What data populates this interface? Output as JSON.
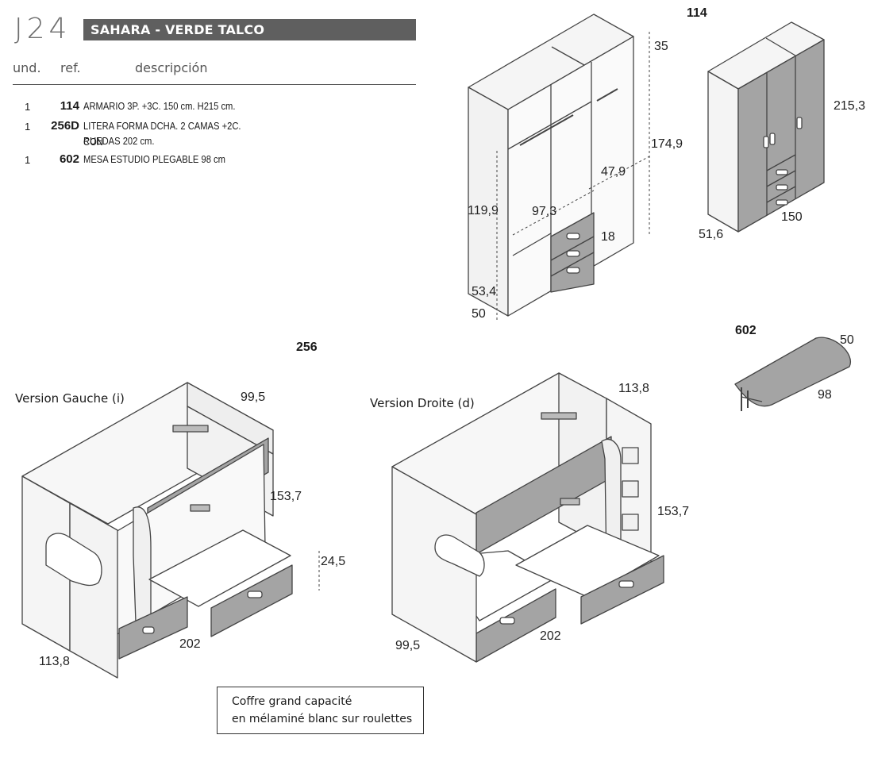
{
  "header": {
    "code": "J24",
    "collection": "SAHARA - VERDE TALCO",
    "col_qty": "und.",
    "col_ref": "ref.",
    "col_desc": "descripción"
  },
  "items": [
    {
      "qty": "1",
      "ref": "114",
      "desc1": "ARMARIO 3P. +3C. 150 cm. H215 cm.",
      "desc2": ""
    },
    {
      "qty": "1",
      "ref": "256D",
      "desc1": "LITERA FORMA DCHA. 2 CAMAS +2C. CON",
      "desc2": "RUEDAS 202 cm."
    },
    {
      "qty": "1",
      "ref": "602",
      "desc1": "MESA ESTUDIO PLEGABLE 98 cm",
      "desc2": ""
    }
  ],
  "wardrobe_open": {
    "dims": {
      "d35": "35",
      "d1749": "174,9",
      "d479": "47,9",
      "d1199": "119,9",
      "d973": "97,3",
      "d18": "18",
      "d534": "53,4",
      "d50": "50"
    }
  },
  "wardrobe_closed": {
    "ref": "114",
    "dims": {
      "h": "215,3",
      "w": "150",
      "d": "51,6"
    }
  },
  "desk": {
    "ref": "602",
    "dims": {
      "d": "50",
      "w": "98"
    }
  },
  "bunk": {
    "ref": "256",
    "left_label": "Version Gauche (i)",
    "right_label": "Version Droite (d)",
    "left_dims": {
      "d": "99,5",
      "h": "153,7",
      "drawer": "24,5",
      "w": "202",
      "deep": "113,8"
    },
    "right_dims": {
      "d": "113,8",
      "h": "153,7",
      "w": "202",
      "deep": "99,5"
    }
  },
  "note": {
    "line1": "Coffre grand capacité",
    "line2": "en mélaminé blanc sur roulettes"
  },
  "colors": {
    "panel_white": "#f4f4f4",
    "panel_grey": "#a4a4a4",
    "outline": "#444444",
    "bar": "#5f5f5f"
  }
}
